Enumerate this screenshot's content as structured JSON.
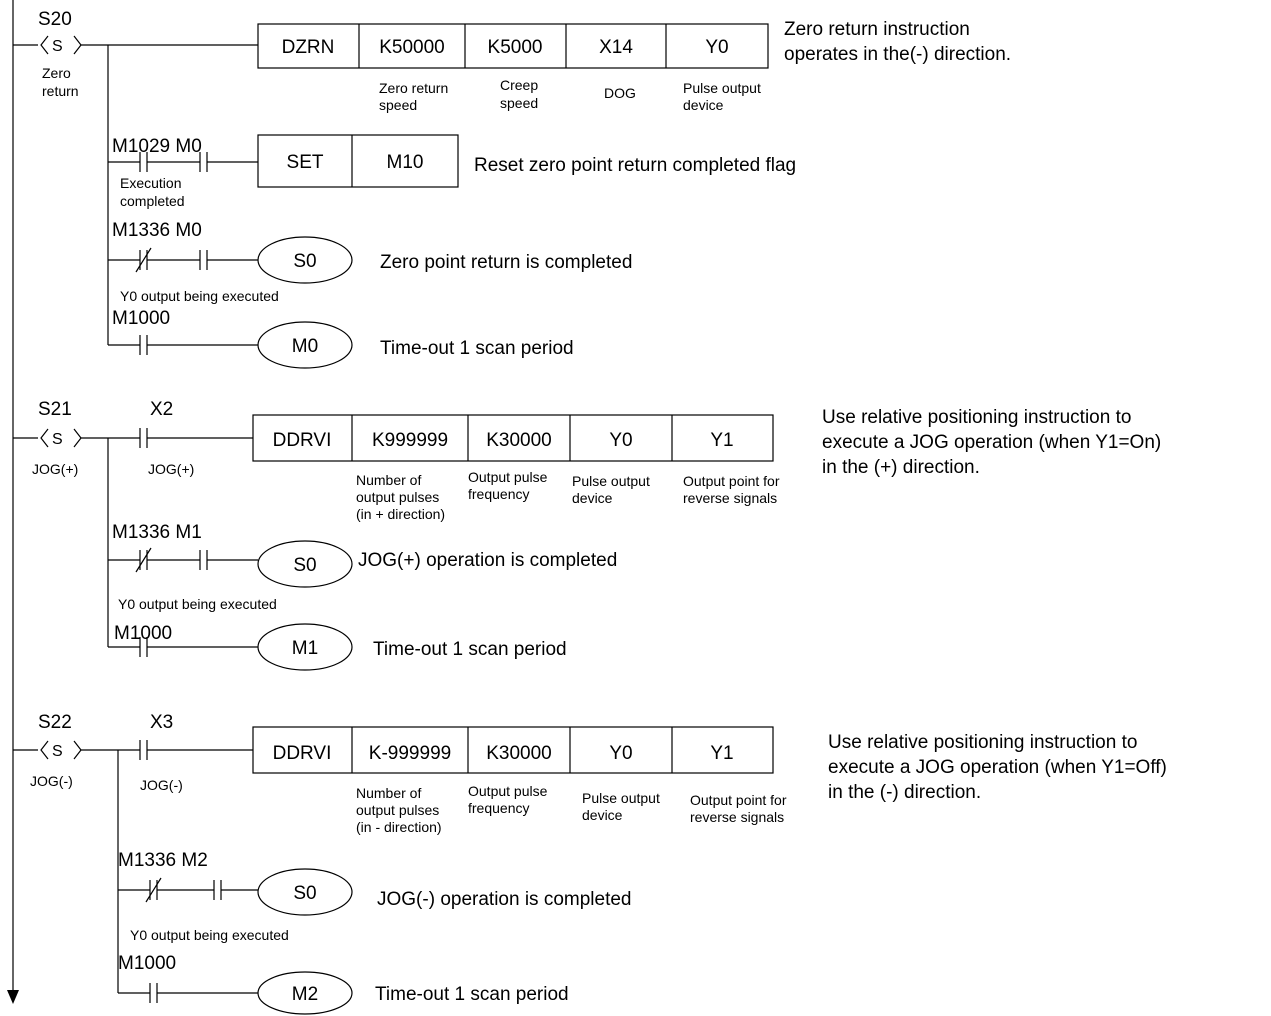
{
  "rungs": [
    {
      "step": "S20",
      "step_symbol": "S",
      "step_caption_line1": "Zero",
      "step_caption_line2": "return",
      "instr": [
        "DZRN",
        "K50000",
        "K5000",
        "X14",
        "Y0"
      ],
      "instr_captions": [
        [
          "Zero return",
          "speed"
        ],
        [
          "Creep",
          "speed"
        ],
        [
          "DOG"
        ],
        [
          "Pulse output",
          "device"
        ]
      ],
      "note_line1": "Zero return instruction",
      "note_line2": "operates in the(-) direction.",
      "set_contacts": "M1029 M0",
      "set_caption_line1": "Execution",
      "set_caption_line2": "completed",
      "set_instr": [
        "SET",
        "M10"
      ],
      "set_note": "Reset zero point return completed flag",
      "s0_contacts": "M1336 M0",
      "s0_coil": "S0",
      "s0_note": "Zero point return is completed",
      "s0_caption": "Y0 output being executed",
      "m_contacts": "M1000",
      "m_coil": "M0",
      "m_note": "Time-out 1 scan period"
    },
    {
      "step": "S21",
      "step_symbol": "S",
      "step_caption": "JOG(+)",
      "input": "X2",
      "input_caption": "JOG(+)",
      "instr": [
        "DDRVI",
        "K999999",
        "K30000",
        "Y0",
        "Y1"
      ],
      "instr_captions": [
        [
          "Number of",
          "output pulses",
          "(in + direction)"
        ],
        [
          "Output pulse",
          "frequency"
        ],
        [
          "Pulse output",
          "device"
        ],
        [
          "Output point for",
          "reverse signals"
        ]
      ],
      "note_line1": "Use relative positioning instruction to",
      "note_line2": "execute a JOG operation (when Y1=On)",
      "note_line3": "in the (+) direction.",
      "s0_contacts": "M1336 M1",
      "s0_coil": "S0",
      "s0_note": "JOG(+) operation is completed",
      "s0_caption": "Y0 output being executed",
      "m_contacts": "M1000",
      "m_coil": "M1",
      "m_note": "Time-out 1 scan period"
    },
    {
      "step": "S22",
      "step_symbol": "S",
      "step_caption": "JOG(-)",
      "input": "X3",
      "input_caption": "JOG(-)",
      "instr": [
        "DDRVI",
        "K-999999",
        "K30000",
        "Y0",
        "Y1"
      ],
      "instr_captions": [
        [
          "Number of",
          "output pulses",
          "(in - direction)"
        ],
        [
          "Output pulse",
          "frequency"
        ],
        [
          "Pulse output",
          "device"
        ],
        [
          "Output point for",
          "reverse signals"
        ]
      ],
      "note_line1": "Use relative positioning instruction to",
      "note_line2": "execute a JOG operation (when Y1=Off)",
      "note_line3": "in the (-) direction.",
      "s0_contacts": "M1336 M2",
      "s0_coil": "S0",
      "s0_note": "JOG(-) operation is completed",
      "s0_caption": "Y0 output being executed",
      "m_contacts": "M1000",
      "m_coil": "M2",
      "m_note": "Time-out 1 scan period"
    }
  ]
}
